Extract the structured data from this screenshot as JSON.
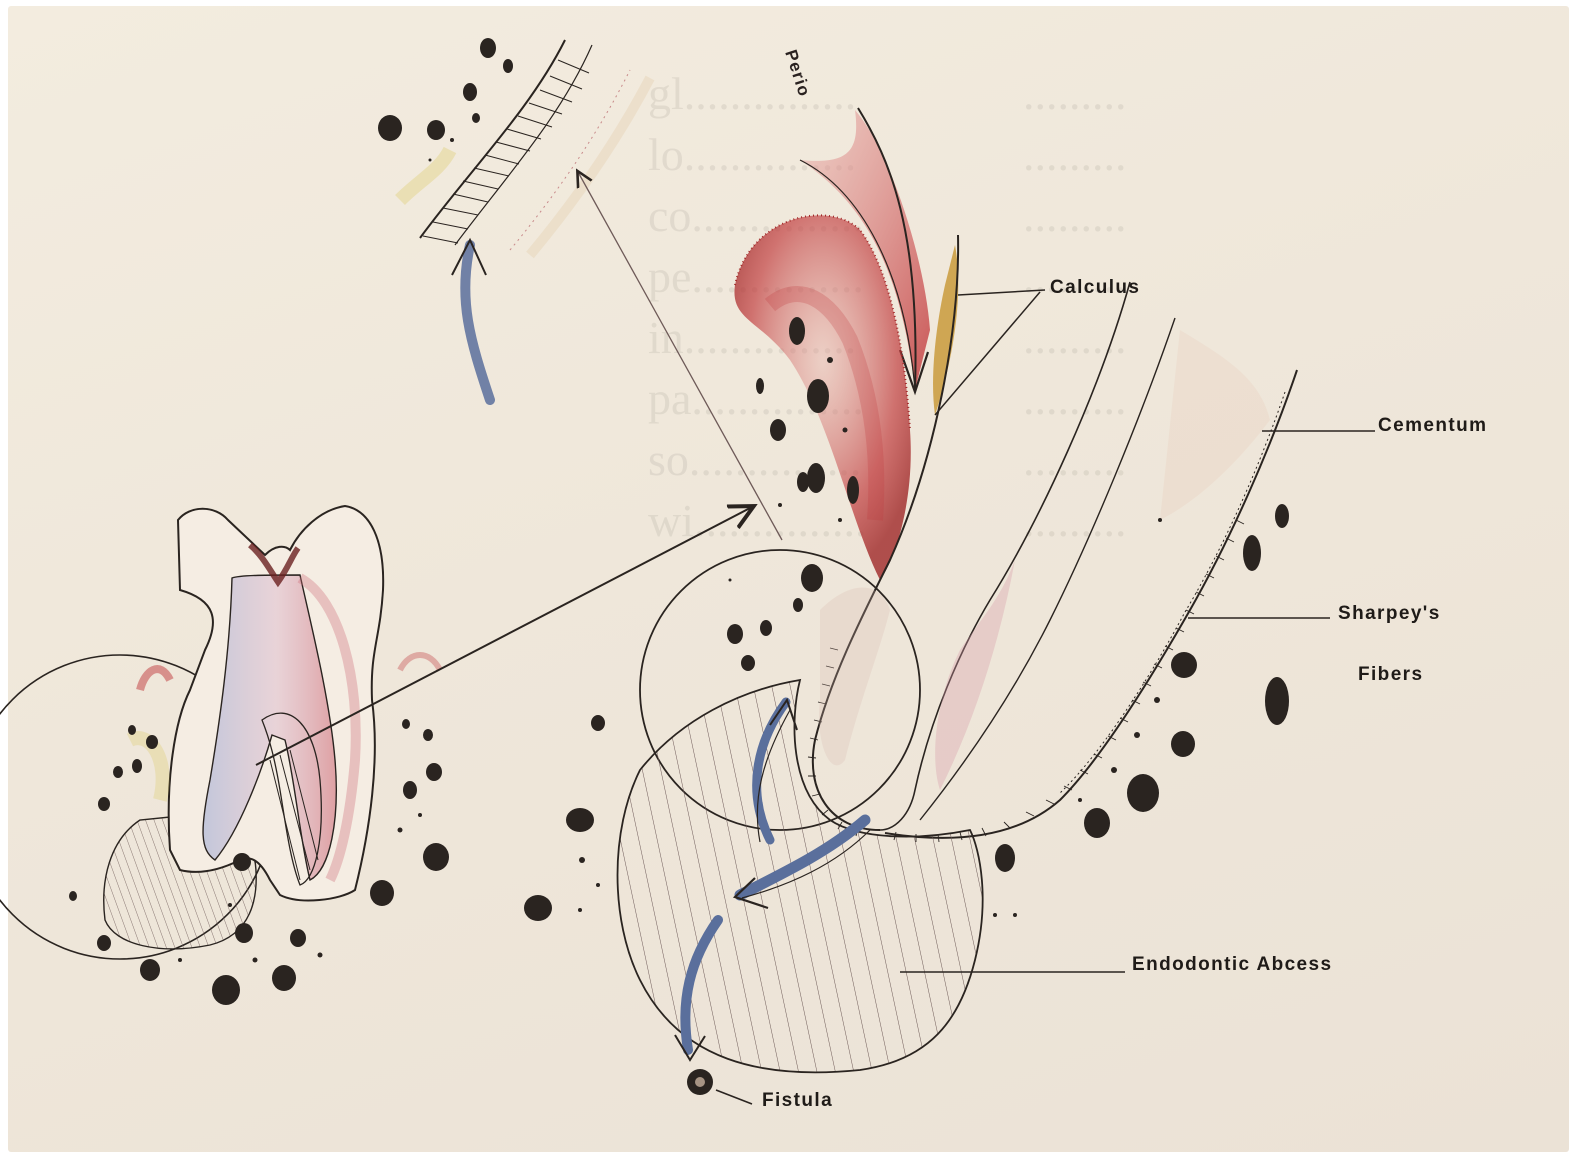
{
  "labels": {
    "perio": "Perio",
    "calculus": "Calculus",
    "cementum": "Cementum",
    "sharpeys_line1": "Sharpey's",
    "sharpeys_line2": "Fibers",
    "endodontic_abcess": "Endodontic Abcess",
    "fistula": "Fistula"
  },
  "colors": {
    "ink": "#2a2420",
    "perio_red": "#c0393b",
    "calculus_ochre": "#c99a3b",
    "flow_blue": "#5a6f9c",
    "paper": "#efe7da"
  }
}
